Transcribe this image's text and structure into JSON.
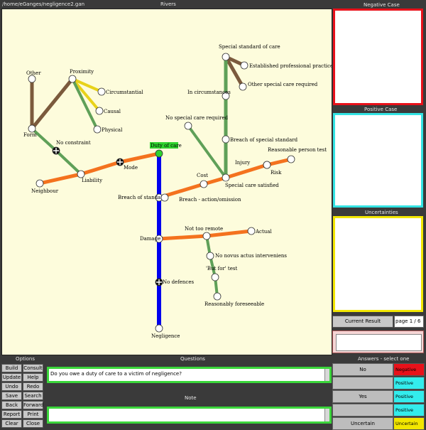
{
  "window": {
    "path": "/home/eGanges/negligence2.gan",
    "river_title": "Rivers"
  },
  "river": {
    "nodes": [
      {
        "id": "other",
        "label": "Other"
      },
      {
        "id": "proximity",
        "label": "Proximity"
      },
      {
        "id": "circumstantial",
        "label": "Circumstantial"
      },
      {
        "id": "causal",
        "label": "Causal"
      },
      {
        "id": "physical",
        "label": "Physical"
      },
      {
        "id": "form",
        "label": "Form"
      },
      {
        "id": "no_constraint",
        "label": "No constraint"
      },
      {
        "id": "neighbour",
        "label": "Neighbour"
      },
      {
        "id": "liability",
        "label": "Liability"
      },
      {
        "id": "mode",
        "label": "Mode"
      },
      {
        "id": "duty_of_care",
        "label": "Duty of care"
      },
      {
        "id": "special_standard",
        "label": "Special standard of care"
      },
      {
        "id": "established_practice",
        "label": "Established professional practice"
      },
      {
        "id": "other_special_care",
        "label": "Other special care required"
      },
      {
        "id": "in_circumstances",
        "label": "In circumstances"
      },
      {
        "id": "no_special_care",
        "label": "No special care required"
      },
      {
        "id": "breach_special",
        "label": "Breach of special standard"
      },
      {
        "id": "reasonable_person",
        "label": "Reasonable person test"
      },
      {
        "id": "injury",
        "label": "Injury"
      },
      {
        "id": "risk",
        "label": "Risk"
      },
      {
        "id": "cost",
        "label": "Cost"
      },
      {
        "id": "special_care_satisfied",
        "label": "Special care satisfied"
      },
      {
        "id": "breach_of_standard",
        "label": "Breach of standard"
      },
      {
        "id": "breach_action",
        "label": "Breach - action/omission"
      },
      {
        "id": "not_too_remote",
        "label": "Not too remote"
      },
      {
        "id": "actual",
        "label": "Actual"
      },
      {
        "id": "damage",
        "label": "Damage"
      },
      {
        "id": "no_novus",
        "label": "No novus actus interveniens"
      },
      {
        "id": "but_for",
        "label": "'But for' test"
      },
      {
        "id": "reasonably_foreseeable",
        "label": "Reasonably foreseeable"
      },
      {
        "id": "no_defences",
        "label": "No defences"
      },
      {
        "id": "negligence",
        "label": "Negligence"
      }
    ],
    "colors": {
      "main": "#0000ee",
      "orange": "#f4721e",
      "green": "#5fa058",
      "brown": "#7b5a3c",
      "yellow": "#e8d21a",
      "active": "#2fd22f"
    }
  },
  "negative_case": {
    "title": "Negative  Case",
    "color": "#e8111a"
  },
  "positive_case": {
    "title": "Positive  Case",
    "color": "#33e3e3"
  },
  "uncertainties": {
    "title": "Uncertainties",
    "color": "#f2e600"
  },
  "current_result": {
    "label": "Current  Result",
    "page": "page 1 / 6"
  },
  "options": {
    "title": "Options",
    "buttons": [
      "Build",
      "Consult",
      "Update",
      "Help",
      "Undo",
      "Redo",
      "Save",
      "Search",
      "Back",
      "Forward",
      "Report",
      "Print",
      "Clear",
      "Close"
    ]
  },
  "questions": {
    "title": "Questions",
    "text": "Do you owe a duty of care to a victim of negligence?"
  },
  "note": {
    "title": "Note",
    "text": ""
  },
  "answers": {
    "title": "Answers - select one",
    "rows": [
      {
        "button": "No",
        "value": "Negative",
        "color": "#e8111a"
      },
      {
        "button": "",
        "value": "Positive",
        "color": "#33ecec"
      },
      {
        "button": "Yes",
        "value": "Positive",
        "color": "#33ecec"
      },
      {
        "button": "",
        "value": "Positive",
        "color": "#33ecec"
      },
      {
        "button": "Uncertain",
        "value": "Uncertain",
        "color": "#f2e600"
      }
    ]
  }
}
